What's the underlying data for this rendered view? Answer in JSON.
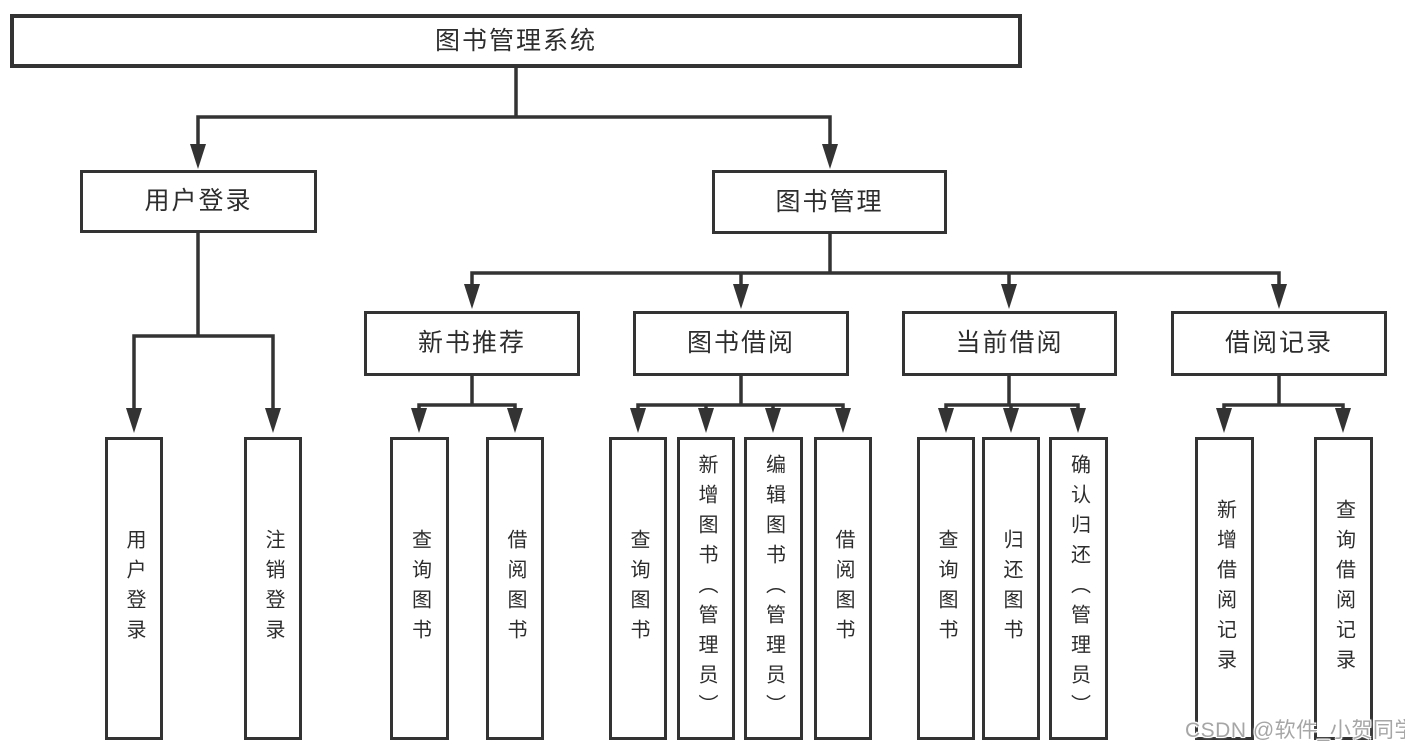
{
  "tree": {
    "label": "图书管理系统",
    "children": [
      {
        "label": "用户登录",
        "children": [
          {
            "label": "用户登录"
          },
          {
            "label": "注销登录"
          }
        ]
      },
      {
        "label": "图书管理",
        "children": [
          {
            "label": "新书推荐",
            "children": [
              {
                "label": "查询图书"
              },
              {
                "label": "借阅图书"
              }
            ]
          },
          {
            "label": "图书借阅",
            "children": [
              {
                "label": "查询图书"
              },
              {
                "label": "新增图书（管理员）"
              },
              {
                "label": "编辑图书（管理员）"
              },
              {
                "label": "借阅图书"
              }
            ]
          },
          {
            "label": "当前借阅",
            "children": [
              {
                "label": "查询图书"
              },
              {
                "label": "归还图书"
              },
              {
                "label": "确认归还（管理员）"
              }
            ]
          },
          {
            "label": "借阅记录",
            "children": [
              {
                "label": "新增借阅记录"
              },
              {
                "label": "查询借阅记录"
              }
            ]
          }
        ]
      }
    ]
  },
  "watermark": {
    "text": "CSDN @软件_小贺同学",
    "color": "#a6a6a6"
  },
  "colors": {
    "line": "#333333",
    "box_border": "#333333",
    "box_fill": "#ffffff",
    "text": "#2d2d2d",
    "background": "#ffffff"
  }
}
